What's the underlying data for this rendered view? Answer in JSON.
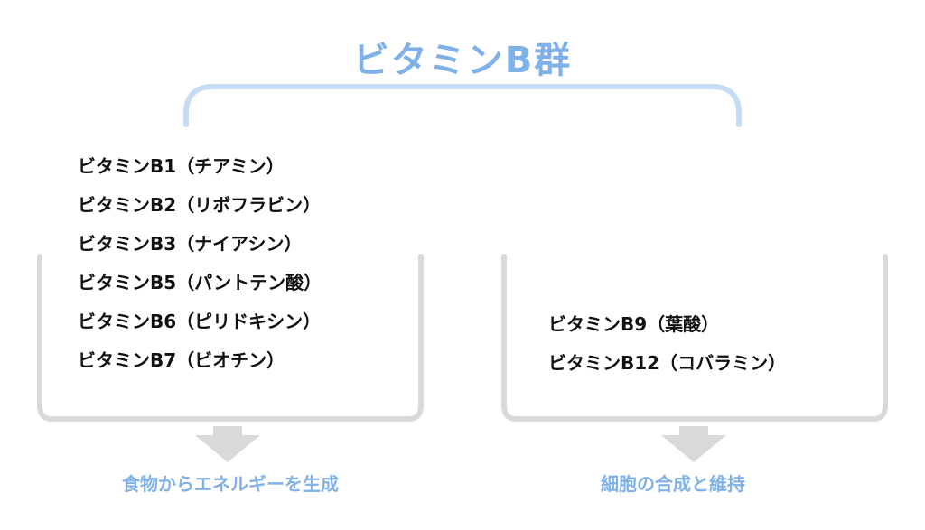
{
  "colors": {
    "accent": "#7fb0e6",
    "bracket": "#c6dcf5",
    "box_border": "#d9d9d9",
    "arrow": "#d9d9d9",
    "text": "#111111"
  },
  "title": "ビタミンB群",
  "groups": [
    {
      "items": [
        "ビタミンB1（チアミン）",
        "ビタミンB2（リボフラビン）",
        "ビタミンB3（ナイアシン）",
        "ビタミンB5（パントテン酸）",
        "ビタミンB6（ピリドキシン）",
        "ビタミンB7（ビオチン）"
      ],
      "caption": "食物からエネルギーを生成"
    },
    {
      "items": [
        "ビタミンB9（葉酸）",
        "ビタミンB12（コバラミン）"
      ],
      "caption": "細胞の合成と維持"
    }
  ]
}
